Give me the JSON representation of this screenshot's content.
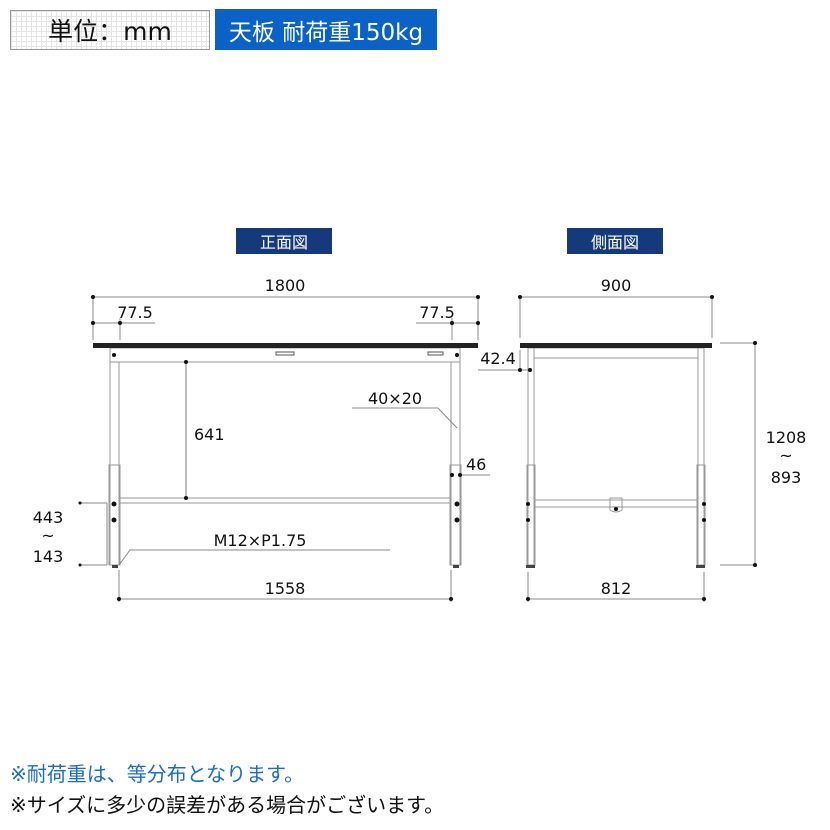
{
  "header": {
    "unit_label": "単位：mm",
    "load_label": "天板 耐荷重150kg"
  },
  "front_view": {
    "title": "正面図",
    "width": "1800",
    "offset_left": "77.5",
    "offset_right": "77.5",
    "apron_to_stretcher": "641",
    "pipe_size": "40×20",
    "leg_dim": "46",
    "adjust_high": "443",
    "adjust_sep": "~",
    "adjust_low": "143",
    "bolt": "M12×P1.75",
    "inner_width": "1558"
  },
  "side_view": {
    "title": "側面図",
    "depth": "900",
    "apron_height": "42.4",
    "height_high": "1208",
    "height_sep": "~",
    "height_low": "893",
    "inner_depth": "812"
  },
  "notes": [
    "※耐荷重は、等分布となります。",
    "※サイズに多少の誤差がある場合がございます。"
  ],
  "colors": {
    "accent": "#0a62c6",
    "label_bg": "#143a7c",
    "note_blue": "#1a6cc8"
  }
}
